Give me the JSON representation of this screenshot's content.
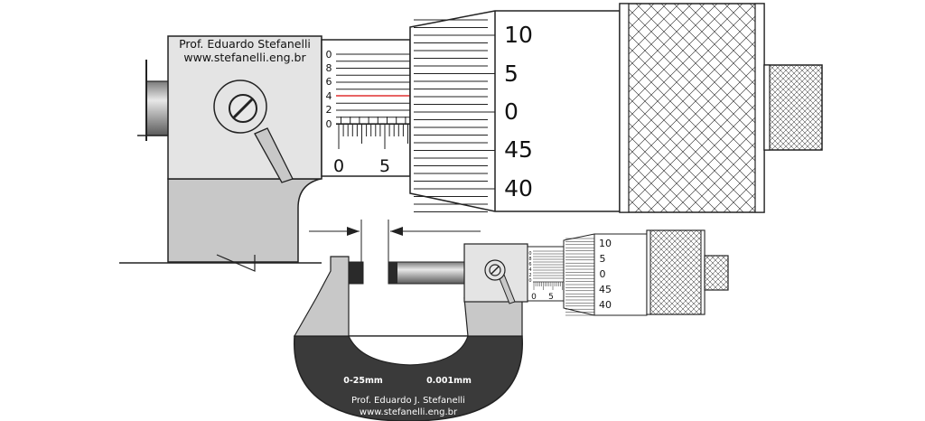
{
  "credit_large": {
    "line1": "Prof. Eduardo Stefanelli",
    "line2": "www.stefanelli.eng.br"
  },
  "vernier_labels": [
    "0",
    "8",
    "6",
    "4",
    "2",
    "0"
  ],
  "highlighted_vernier_label": "4",
  "sleeve_labels": [
    "0",
    "5"
  ],
  "thimble_labels": [
    "10",
    "5",
    "0",
    "45",
    "40"
  ],
  "frame": {
    "range": "0-25mm",
    "resolution": "0.001mm",
    "credit_line1": "Prof. Eduardo J. Stefanelli",
    "credit_line2": "www.stefanelli.eng.br"
  },
  "small_vernier_labels": [
    "0",
    "8",
    "6",
    "4",
    "2",
    "0"
  ],
  "small_sleeve_labels": [
    "0",
    "5"
  ],
  "small_thimble_labels": [
    "10",
    "5",
    "0",
    "45",
    "40"
  ],
  "colors": {
    "body_gray": "#e4e4e4",
    "lower_gray": "#c8c8c8",
    "frame_dark": "#3a3a3a",
    "spindle_dark": "#2a2a2a",
    "highlight_line": "#e03030"
  }
}
